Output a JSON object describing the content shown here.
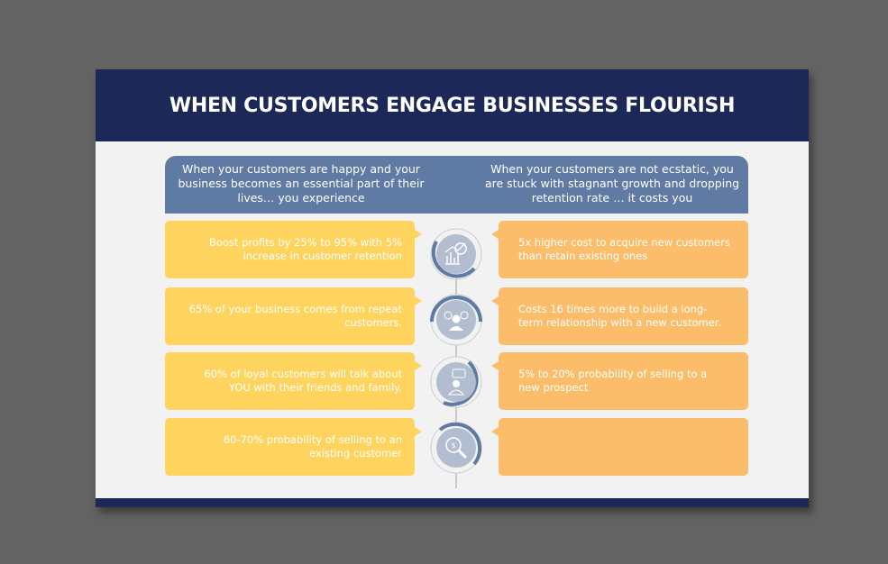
{
  "title": "WHEN CUSTOMERS ENGAGE BUSINESSES FLOURISH",
  "left_header": "When your customers are happy and your business becomes an essential part of their lives… you experience",
  "right_header": "When your customers are not ecstatic, you are stuck with stagnant growth and dropping retention rate … it costs you",
  "rows": [
    {
      "left": "Boost profits by 25% to 95% with 5% increase in customer retention",
      "right": "5x higher cost to acquire new customers than retain existing ones",
      "icon": "analytics-chart-icon"
    },
    {
      "left": "65% of your business comes from repeat customers.",
      "right": "Costs 16 times more to build a long-term relationship with a new customer.",
      "icon": "customers-group-icon"
    },
    {
      "left": "60% of loyal customers will talk about YOU with their friends and family.",
      "right": "5% to 20% probability of selling to a new prospect",
      "icon": "person-speech-icon"
    },
    {
      "left": "60-70% probability of selling to an existing customer",
      "right": "",
      "icon": "dollar-magnifier-icon"
    }
  ],
  "colors": {
    "navy": "#1c2858",
    "band": "#5f7aa3",
    "yellow": "#fed45f",
    "orange": "#fbbd6a"
  }
}
